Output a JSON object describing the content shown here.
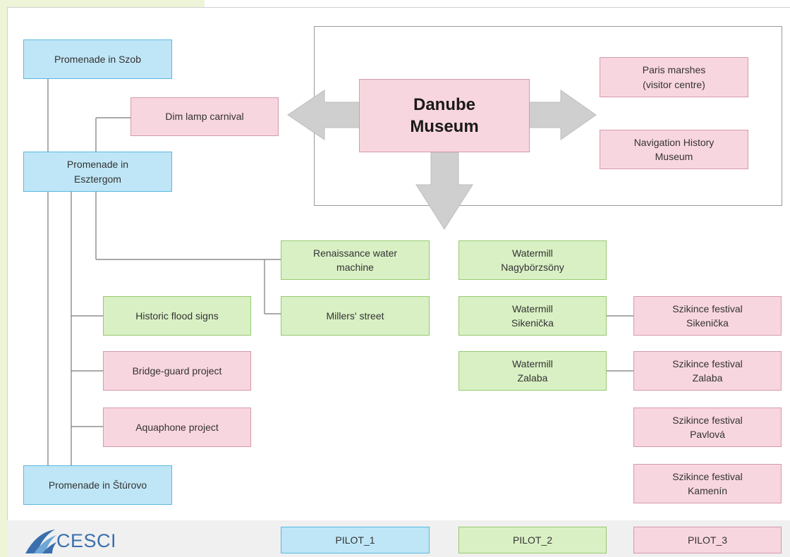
{
  "pilot1": {
    "szob": "Promenade in Szob",
    "esztergom": "Promenade in\nEsztergom",
    "sturovo": "Promenade in Štúrovo"
  },
  "events": {
    "dim_lamp": "Dim lamp carnival",
    "flood_signs": "Historic flood signs",
    "bridge_guard": "Bridge-guard project",
    "aquaphone": "Aquaphone project"
  },
  "museum": {
    "title": "Danube\nMuseum",
    "paris_marshes": "Paris marshes\n(visitor centre)",
    "navigation": "Navigation History\nMuseum"
  },
  "pilot2": {
    "renaissance": "Renaissance water\nmachine",
    "millers": "Millers' street",
    "watermill_nagyborzsony": "Watermill\nNagybörzsöny",
    "watermill_sikenicka": "Watermill\nSikenička",
    "watermill_zalaba": "Watermill\nZalaba"
  },
  "pilot3": {
    "fest_sikenicka": "Szikince festival\nSikenička",
    "fest_zalaba": "Szikince festival\nZalaba",
    "fest_pavlova": "Szikince festival\nPavlová",
    "fest_kamenin": "Szikince festival\nKamenín"
  },
  "legend": {
    "pilot1": "PILOT_1",
    "pilot2": "PILOT_2",
    "pilot3": "PILOT_3"
  },
  "logo": {
    "text": "CESCI"
  },
  "colors": {
    "pilot1_fill": "#bfe6f6",
    "pilot2_fill": "#d9f0c4",
    "pilot3_fill": "#f8d6df",
    "arrow": "#c8c8c8",
    "logo_blue": "#3a6fae"
  }
}
